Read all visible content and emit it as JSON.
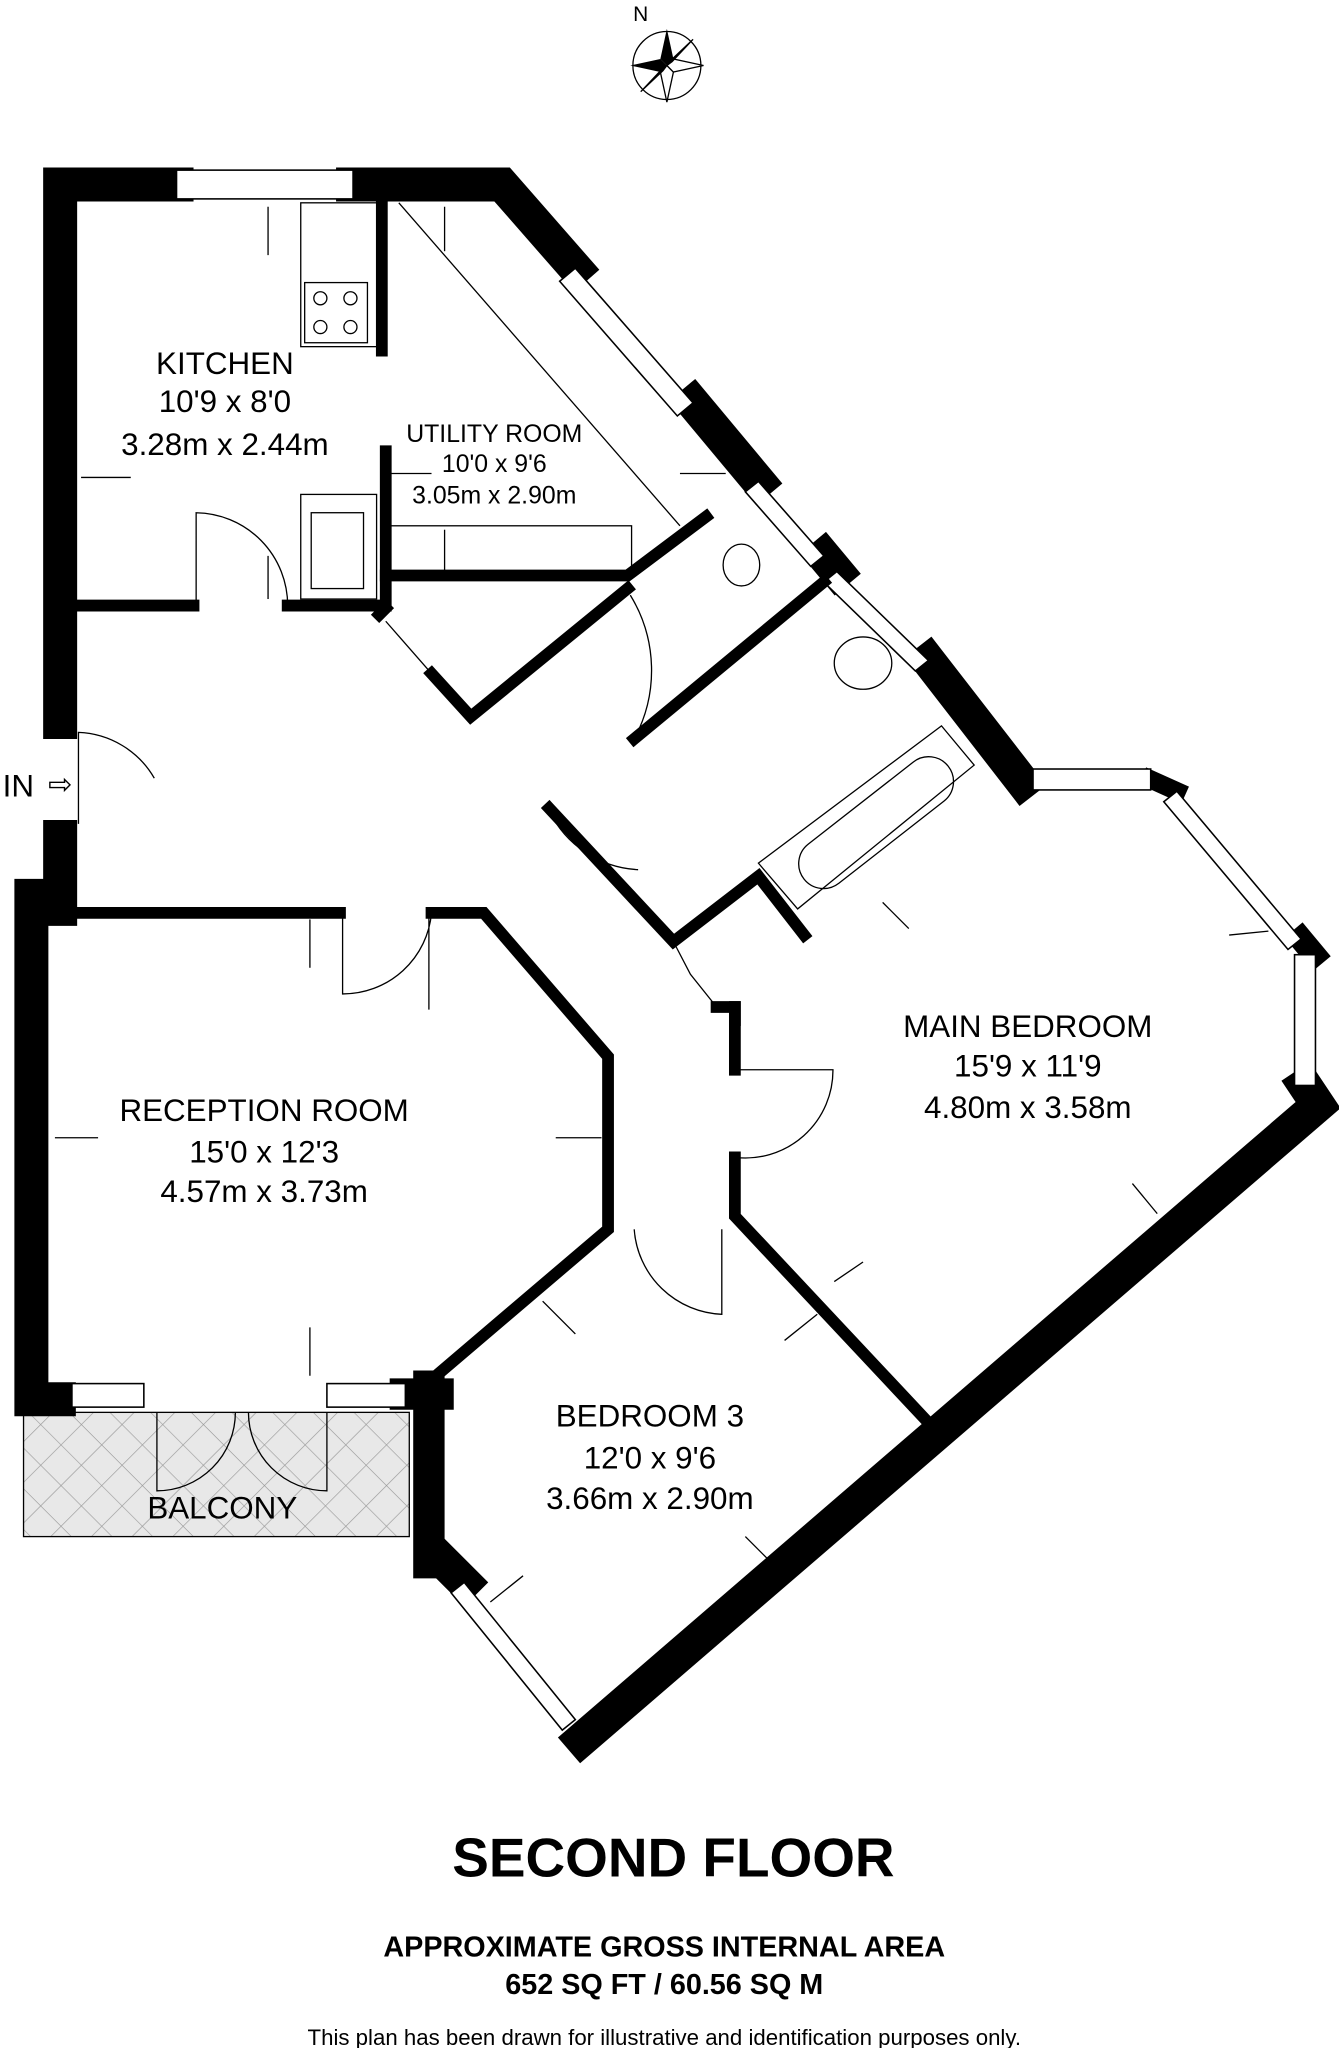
{
  "compass": {
    "north_label": "N"
  },
  "entrance": {
    "label": "IN"
  },
  "rooms": {
    "kitchen": {
      "name": "KITCHEN",
      "imperial": "10'9 x 8'0",
      "metric": "3.28m x 2.44m"
    },
    "utility": {
      "name": "UTILITY ROOM",
      "imperial": "10'0 x 9'6",
      "metric": "3.05m x 2.90m"
    },
    "reception": {
      "name": "RECEPTION ROOM",
      "imperial": "15'0 x 12'3",
      "metric": "4.57m x 3.73m"
    },
    "main_bedroom": {
      "name": "MAIN BEDROOM",
      "imperial": "15'9 x 11'9",
      "metric": "4.80m x 3.58m"
    },
    "bedroom3": {
      "name": "BEDROOM 3",
      "imperial": "12'0 x 9'6",
      "metric": "3.66m x 2.90m"
    },
    "balcony": {
      "name": "BALCONY"
    }
  },
  "footer": {
    "floor_title": "SECOND FLOOR",
    "area_heading": "APPROXIMATE GROSS INTERNAL AREA",
    "area_value": "652 SQ FT / 60.56 SQ M",
    "disclaimer": "This plan has been drawn for illustrative and identification purposes only."
  }
}
